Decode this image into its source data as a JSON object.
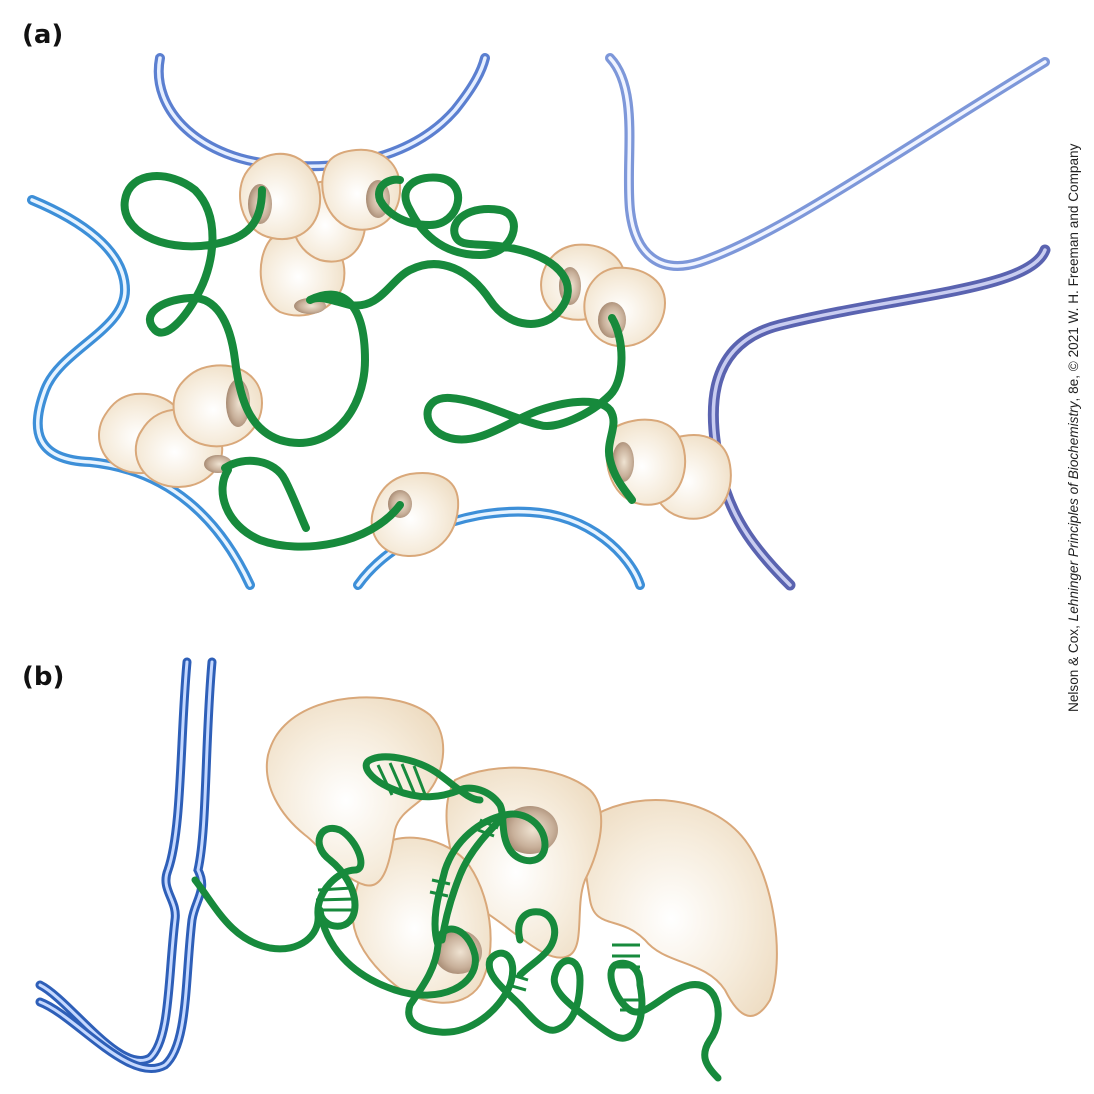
{
  "panels": [
    {
      "label": "(a)"
    },
    {
      "label": "(b)"
    }
  ],
  "credit": {
    "authors": "Nelson & Cox, ",
    "book_title": "Lehninger Principles of Biochemistry",
    "rest": ", 8e, © 2021 W. H. Freeman and Company"
  },
  "colors": {
    "strand_green": "#178a3c",
    "blue_strand": "#4a90d9",
    "blue_strand_dark": "#5a63b0",
    "dna_double_blue": "#2e5fb8",
    "protein_fill": "#f3e7d3",
    "protein_outline": "#d9a87a",
    "protein_cavity": "#b99d86"
  }
}
